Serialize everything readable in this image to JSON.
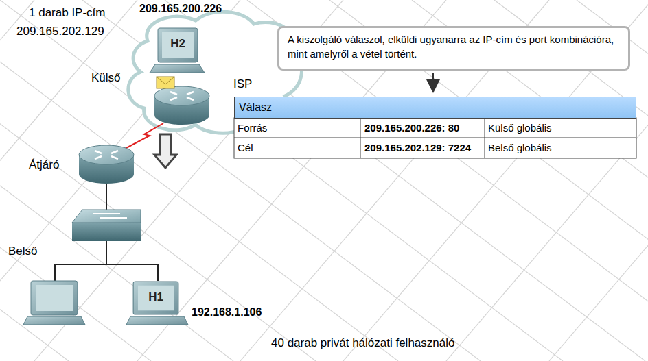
{
  "diagram": {
    "nodes": [
      {
        "text": [
          "A kiszolgáló válaszol, elküldi ugyanarra az IP-cím és port kombinációra, mint amelyről a vétel történt."
        ]
      },
      {
        "text": [
          "H2"
        ]
      },
      {
        "text": [
          "H1"
        ]
      },
      {
        "text": [
          "Válasz"
        ]
      }
    ],
    "labels": [
      "1 darab IP-cím",
      "209.165.202.129",
      "209.165.200.226",
      "Külső",
      "ISP",
      "Átjáró",
      "Belső",
      "192.168.1.106",
      "40 darab privát hálózati felhasználó",
      "Forrás",
      "209.165.200.226: 80",
      "Külső globális",
      "Cél",
      "209.165.202.129: 7224",
      "Belső globális"
    ]
  }
}
